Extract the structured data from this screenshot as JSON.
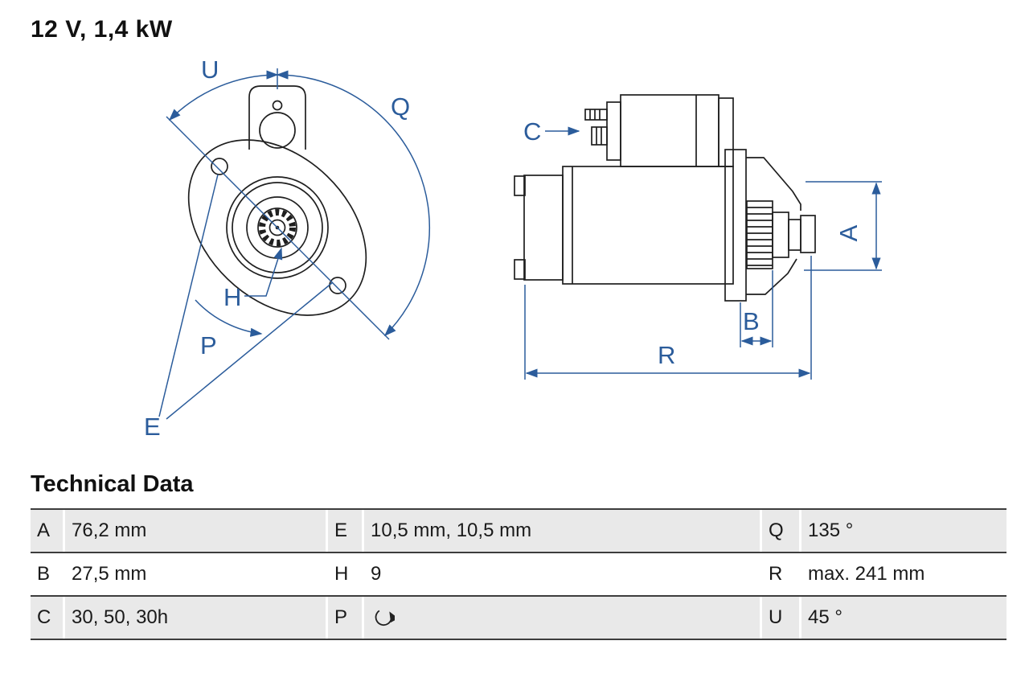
{
  "page": {
    "title": "12 V, 1,4 kW"
  },
  "diagram": {
    "dimension_color": "#2b5c9b",
    "line_color": "#1f1f1f",
    "labels": {
      "U": "U",
      "Q": "Q",
      "H": "H",
      "P": "P",
      "E": "E",
      "C": "C",
      "A": "A",
      "B": "B",
      "R": "R"
    }
  },
  "technical_data": {
    "heading": "Technical Data",
    "rows": [
      {
        "cells": [
          {
            "key": "A",
            "value": "76,2 mm"
          },
          {
            "key": "E",
            "value": "10,5 mm, 10,5 mm"
          },
          {
            "key": "Q",
            "value": "135 °"
          }
        ]
      },
      {
        "cells": [
          {
            "key": "B",
            "value": "27,5 mm"
          },
          {
            "key": "H",
            "value": "9"
          },
          {
            "key": "R",
            "value": "max. 241 mm"
          }
        ]
      },
      {
        "cells": [
          {
            "key": "C",
            "value": "30, 50, 30h"
          },
          {
            "key": "P",
            "value": "",
            "icon": "rotation-direction-icon"
          },
          {
            "key": "U",
            "value": "45 °"
          }
        ]
      }
    ]
  }
}
